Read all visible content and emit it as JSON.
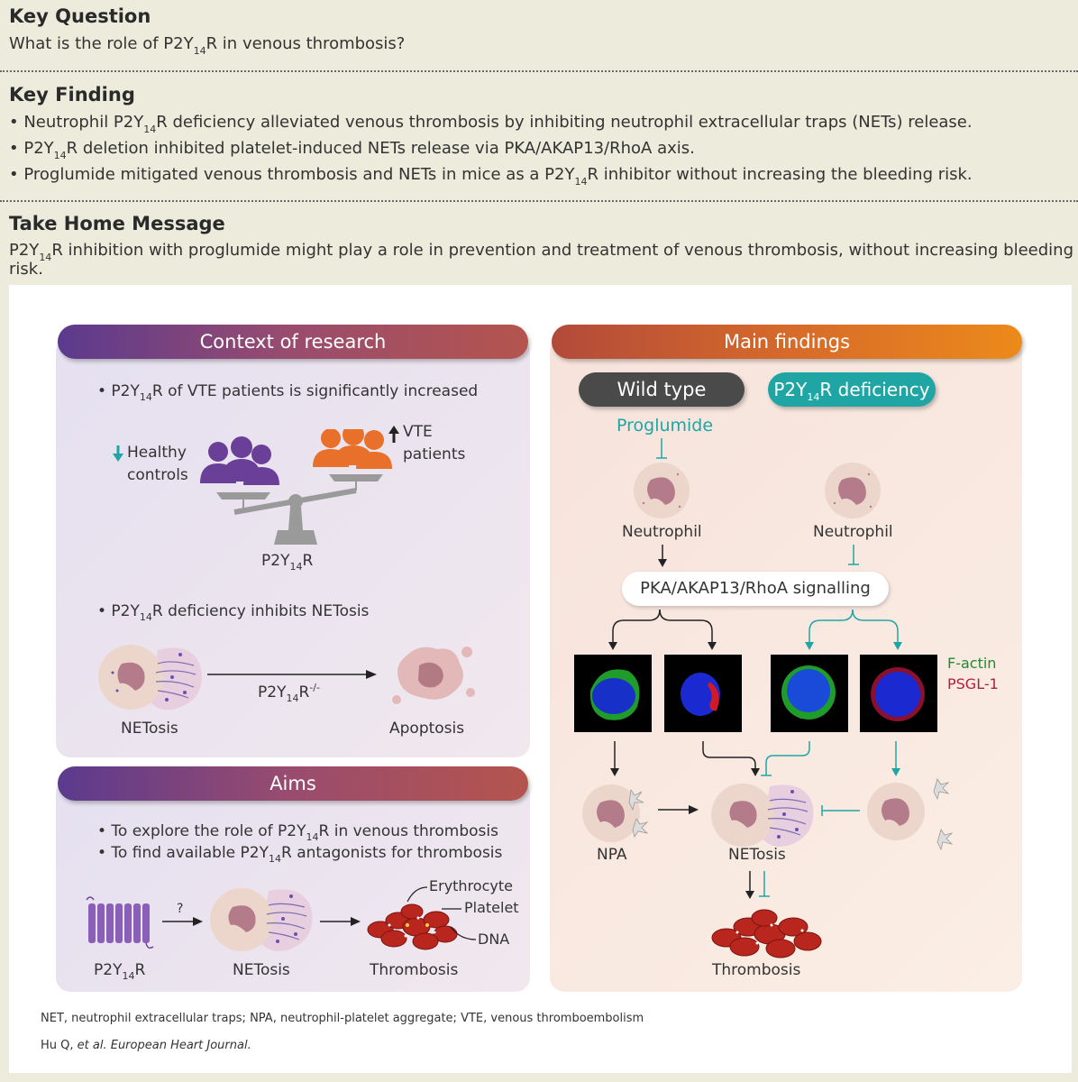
{
  "key_question": {
    "title": "Key Question",
    "text_pre": "What is the role of P2Y",
    "text_sub": "14",
    "text_post": "R in venous thrombosis?"
  },
  "key_finding": {
    "title": "Key Finding",
    "bullets": [
      {
        "pre": "• Neutrophil P2Y",
        "sub": "14",
        "post": "R deficiency alleviated venous thrombosis by inhibiting neutrophil extracellular traps (NETs) release."
      },
      {
        "pre": "• P2Y",
        "sub": "14",
        "post": "R deletion inhibited platelet-induced NETs release via PKA/AKAP13/RhoA axis."
      },
      {
        "pre": "• Proglumide mitigated venous thrombosis and NETs in mice as a P2Y",
        "sub": "14",
        "post": "R inhibitor without increasing the bleeding risk."
      }
    ]
  },
  "take_home": {
    "title": "Take Home Message",
    "pre": "P2Y",
    "sub": "14",
    "post": "R inhibition with proglumide might play a role in prevention and treatment of venous thrombosis, without increasing bleeding risk."
  },
  "context": {
    "header": "Context of research",
    "bullet1_pre": "• P2Y",
    "bullet1_sub": "14",
    "bullet1_post": "R of VTE patients is significantly increased",
    "healthy": "Healthy",
    "controls": "controls",
    "vte": "VTE",
    "patients": "patients",
    "scale_pre": "P2Y",
    "scale_sub": "14",
    "scale_post": "R",
    "bullet2_pre": "• P2Y",
    "bullet2_sub": "14",
    "bullet2_post": "R deficiency inhibits NETosis",
    "arrow_pre": "P2Y",
    "arrow_sub": "14",
    "arrow_post": "R",
    "arrow_sup": "-/-",
    "netosis": "NETosis",
    "apoptosis": "Apoptosis"
  },
  "aims": {
    "header": "Aims",
    "bullet1_pre": "• To explore the role of P2Y",
    "bullet1_sub": "14",
    "bullet1_post": "R in venous thrombosis",
    "bullet2_pre": "• To find available P2Y",
    "bullet2_sub": "14",
    "bullet2_post": "R antagonists for thrombosis",
    "question": "?",
    "receptor_pre": "P2Y",
    "receptor_sub": "14",
    "receptor_post": "R",
    "netosis": "NETosis",
    "thrombosis": "Thrombosis",
    "erythrocyte": "Erythrocyte",
    "platelet": "Platelet",
    "dna": "DNA"
  },
  "main": {
    "header": "Main findings",
    "wild_type": "Wild type",
    "def_pre": "P2Y",
    "def_sub": "14",
    "def_post": "R deficiency",
    "proglumide": "Proglumide",
    "neutrophil_left": "Neutrophil",
    "neutrophil_right": "Neutrophil",
    "signalling": "PKA/AKAP13/RhoA signalling",
    "factin": "F-actin",
    "psgl": "PSGL-1",
    "npa": "NPA",
    "netosis": "NETosis",
    "thrombosis": "Thrombosis"
  },
  "footer": {
    "abbrev": [
      {
        "b": "NET,",
        "t": " neutrophil extracellular traps; "
      },
      {
        "b": "NPA,",
        "t": " neutrophil-platelet aggregate; "
      },
      {
        "b": "VTE,",
        "t": " venous thromboembolism"
      }
    ],
    "citation_pre": "Hu Q, ",
    "citation_italic": "et al. European Heart Journal."
  },
  "colors": {
    "purple": "#5b3a8e",
    "rust": "#b24a3a",
    "orange": "#e8801c",
    "teal": "#1fa6a4",
    "grey": "#4a4a4a",
    "green": "#1e8b2e",
    "red": "#b0203a"
  }
}
